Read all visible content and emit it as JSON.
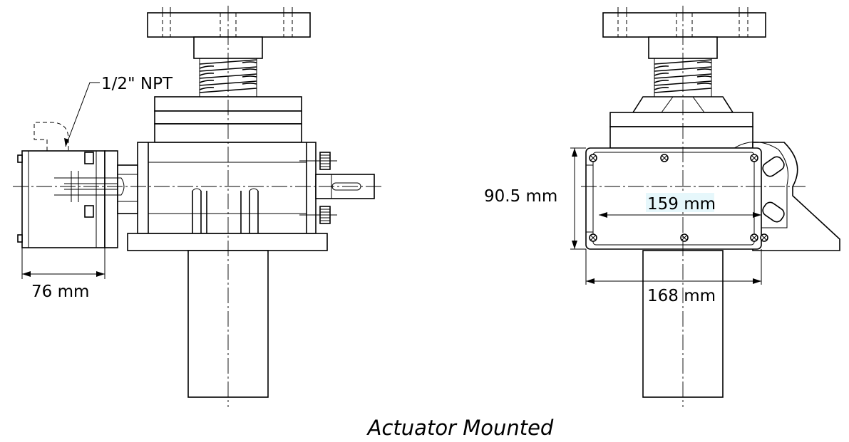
{
  "labels": {
    "pipe_thread": "1/2\" NPT",
    "motor_length": "76 mm",
    "height": "90.5 mm",
    "inner_width": "159 mm",
    "outer_width": "168 mm"
  },
  "caption": "Actuator Mounted",
  "colors": {
    "line": "#000000",
    "highlight": "#e6f7fb",
    "background": "#ffffff"
  }
}
